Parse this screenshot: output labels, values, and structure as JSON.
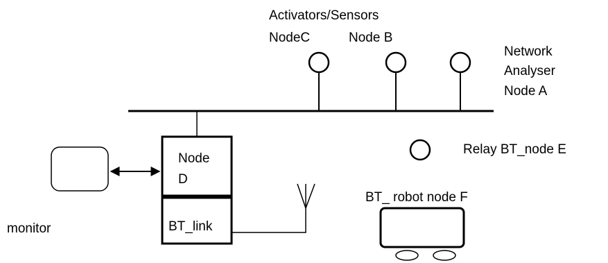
{
  "labels": {
    "activators_sensors": "Activators/Sensors",
    "node_c": "NodeC",
    "node_b": "Node B",
    "network_line1": "Network",
    "network_line2": "Analyser",
    "network_line3": "Node A",
    "node_d_line1": "Node",
    "node_d_line2": "D",
    "bt_link": "BT_link",
    "relay": "Relay BT_node E",
    "robot": "BT_ robot node F",
    "monitor": "monitor"
  },
  "colors": {
    "line": "#000000",
    "background": "#ffffff"
  }
}
